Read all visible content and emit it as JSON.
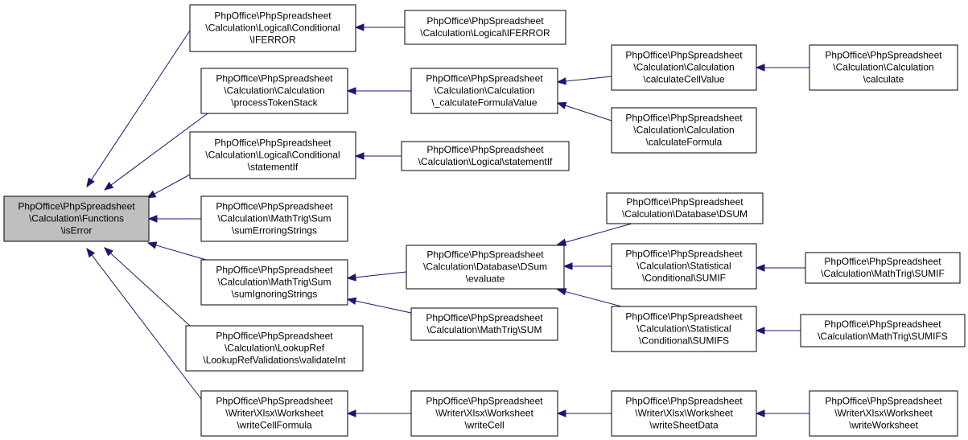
{
  "diagram": {
    "colors": {
      "edge": "#191970",
      "focus_fill": "#bfbfbf",
      "node_fill": "#ffffff",
      "border": "#000000"
    },
    "nodes": [
      {
        "id": "isError",
        "lines": [
          "PhpOffice\\PhpSpreadsheet",
          "\\Calculation\\Functions",
          "\\isError"
        ],
        "focus": true
      },
      {
        "id": "cond_iferror",
        "lines": [
          "PhpOffice\\PhpSpreadsheet",
          "\\Calculation\\Logical\\Conditional",
          "\\IFERROR"
        ]
      },
      {
        "id": "logical_iferror",
        "lines": [
          "PhpOffice\\PhpSpreadsheet",
          "\\Calculation\\Logical\\IFERROR"
        ]
      },
      {
        "id": "processTokenStack",
        "lines": [
          "PhpOffice\\PhpSpreadsheet",
          "\\Calculation\\Calculation",
          "\\processTokenStack"
        ]
      },
      {
        "id": "calculateFormulaValue",
        "lines": [
          "PhpOffice\\PhpSpreadsheet",
          "\\Calculation\\Calculation",
          "\\_calculateFormulaValue"
        ]
      },
      {
        "id": "calculateCellValue",
        "lines": [
          "PhpOffice\\PhpSpreadsheet",
          "\\Calculation\\Calculation",
          "\\calculateCellValue"
        ]
      },
      {
        "id": "calculate",
        "lines": [
          "PhpOffice\\PhpSpreadsheet",
          "\\Calculation\\Calculation",
          "\\calculate"
        ]
      },
      {
        "id": "calculateFormula",
        "lines": [
          "PhpOffice\\PhpSpreadsheet",
          "\\Calculation\\Calculation",
          "\\calculateFormula"
        ]
      },
      {
        "id": "cond_statementIf",
        "lines": [
          "PhpOffice\\PhpSpreadsheet",
          "\\Calculation\\Logical\\Conditional",
          "\\statementIf"
        ]
      },
      {
        "id": "logical_statementIf",
        "lines": [
          "PhpOffice\\PhpSpreadsheet",
          "\\Calculation\\Logical\\statementIf"
        ]
      },
      {
        "id": "sumErroringStrings",
        "lines": [
          "PhpOffice\\PhpSpreadsheet",
          "\\Calculation\\MathTrig\\Sum",
          "\\sumErroringStrings"
        ]
      },
      {
        "id": "sumIgnoringStrings",
        "lines": [
          "PhpOffice\\PhpSpreadsheet",
          "\\Calculation\\MathTrig\\Sum",
          "\\sumIgnoringStrings"
        ]
      },
      {
        "id": "dsum_evaluate",
        "lines": [
          "PhpOffice\\PhpSpreadsheet",
          "\\Calculation\\Database\\DSum",
          "\\evaluate"
        ]
      },
      {
        "id": "db_DSUM",
        "lines": [
          "PhpOffice\\PhpSpreadsheet",
          "\\Calculation\\Database\\DSUM"
        ]
      },
      {
        "id": "stat_SUMIF",
        "lines": [
          "PhpOffice\\PhpSpreadsheet",
          "\\Calculation\\Statistical",
          "\\Conditional\\SUMIF"
        ]
      },
      {
        "id": "mt_SUMIF",
        "lines": [
          "PhpOffice\\PhpSpreadsheet",
          "\\Calculation\\MathTrig\\SUMIF"
        ]
      },
      {
        "id": "stat_SUMIFS",
        "lines": [
          "PhpOffice\\PhpSpreadsheet",
          "\\Calculation\\Statistical",
          "\\Conditional\\SUMIFS"
        ]
      },
      {
        "id": "mt_SUMIFS",
        "lines": [
          "PhpOffice\\PhpSpreadsheet",
          "\\Calculation\\MathTrig\\SUMIFS"
        ]
      },
      {
        "id": "mt_SUM",
        "lines": [
          "PhpOffice\\PhpSpreadsheet",
          "\\Calculation\\MathTrig\\SUM"
        ]
      },
      {
        "id": "validateInt",
        "lines": [
          "PhpOffice\\PhpSpreadsheet",
          "\\Calculation\\LookupRef",
          "\\LookupRefValidations\\validateInt"
        ]
      },
      {
        "id": "writeCellFormula",
        "lines": [
          "PhpOffice\\PhpSpreadsheet",
          "\\Writer\\Xlsx\\Worksheet",
          "\\writeCellFormula"
        ]
      },
      {
        "id": "writeCell",
        "lines": [
          "PhpOffice\\PhpSpreadsheet",
          "\\Writer\\Xlsx\\Worksheet",
          "\\writeCell"
        ]
      },
      {
        "id": "writeSheetData",
        "lines": [
          "PhpOffice\\PhpSpreadsheet",
          "\\Writer\\Xlsx\\Worksheet",
          "\\writeSheetData"
        ]
      },
      {
        "id": "writeWorksheet",
        "lines": [
          "PhpOffice\\PhpSpreadsheet",
          "\\Writer\\Xlsx\\Worksheet",
          "\\writeWorksheet"
        ]
      }
    ],
    "edges": [
      {
        "from": "cond_iferror",
        "to": "isError"
      },
      {
        "from": "processTokenStack",
        "to": "isError"
      },
      {
        "from": "cond_statementIf",
        "to": "isError"
      },
      {
        "from": "sumErroringStrings",
        "to": "isError"
      },
      {
        "from": "sumIgnoringStrings",
        "to": "isError"
      },
      {
        "from": "validateInt",
        "to": "isError"
      },
      {
        "from": "writeCellFormula",
        "to": "isError"
      },
      {
        "from": "logical_iferror",
        "to": "cond_iferror"
      },
      {
        "from": "calculateFormulaValue",
        "to": "processTokenStack"
      },
      {
        "from": "calculateCellValue",
        "to": "calculateFormulaValue"
      },
      {
        "from": "calculateFormula",
        "to": "calculateFormulaValue"
      },
      {
        "from": "calculate",
        "to": "calculateCellValue"
      },
      {
        "from": "logical_statementIf",
        "to": "cond_statementIf"
      },
      {
        "from": "dsum_evaluate",
        "to": "sumIgnoringStrings"
      },
      {
        "from": "mt_SUM",
        "to": "sumIgnoringStrings"
      },
      {
        "from": "db_DSUM",
        "to": "dsum_evaluate"
      },
      {
        "from": "stat_SUMIF",
        "to": "dsum_evaluate"
      },
      {
        "from": "stat_SUMIFS",
        "to": "dsum_evaluate"
      },
      {
        "from": "mt_SUMIF",
        "to": "stat_SUMIF"
      },
      {
        "from": "mt_SUMIFS",
        "to": "stat_SUMIFS"
      },
      {
        "from": "writeCell",
        "to": "writeCellFormula"
      },
      {
        "from": "writeSheetData",
        "to": "writeCell"
      },
      {
        "from": "writeWorksheet",
        "to": "writeSheetData"
      }
    ]
  }
}
